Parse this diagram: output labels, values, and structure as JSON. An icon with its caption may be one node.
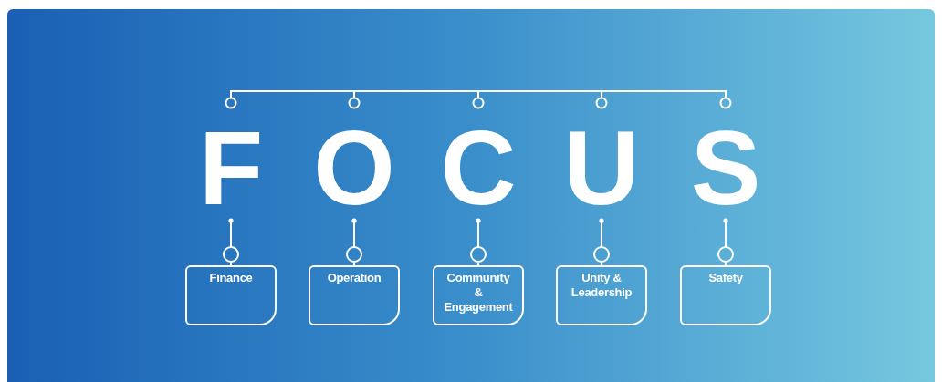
{
  "diagram": {
    "nodes": [
      {
        "text": [
          "F"
        ]
      },
      {
        "text": [
          "O"
        ]
      },
      {
        "text": [
          "C"
        ]
      },
      {
        "text": [
          "U"
        ]
      },
      {
        "text": [
          "S"
        ]
      },
      {
        "text": [
          "Finance"
        ]
      },
      {
        "text": [
          "Operation"
        ]
      },
      {
        "text": [
          "Community & Engagement"
        ]
      },
      {
        "text": [
          "Unity & Leadership"
        ]
      },
      {
        "text": [
          "Safety"
        ]
      }
    ],
    "edges": [
      {
        "from": 0,
        "to": 5,
        "arrow": "other"
      },
      {
        "from": 1,
        "to": 6,
        "arrow": "other"
      },
      {
        "from": 2,
        "to": 7,
        "arrow": "other"
      },
      {
        "from": 3,
        "to": 8,
        "arrow": "other"
      },
      {
        "from": 4,
        "to": 9,
        "arrow": "other"
      }
    ]
  }
}
